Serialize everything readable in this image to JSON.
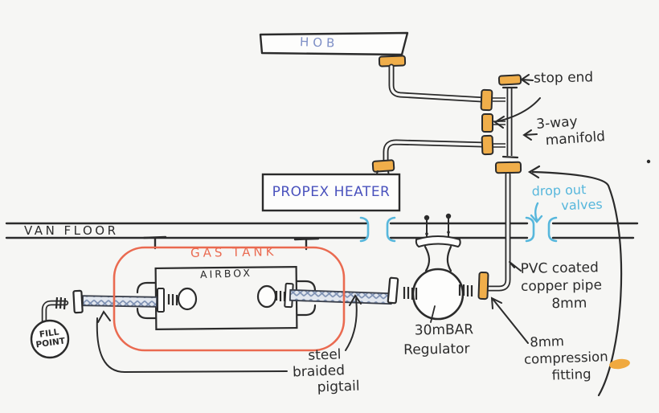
{
  "colors": {
    "background": "#f6f6f4",
    "ink": "#2b2b2b",
    "heater_blue": "#4a52bd",
    "hob_blue": "#7e8fc6",
    "fitting_orange": "#f0ae4a",
    "tank_red": "#ea6a50",
    "valve_cyan": "#57b7dc",
    "braid_blue": "#7d90b2"
  },
  "hob": {
    "label": "HOB"
  },
  "manifold": {
    "stop_end": "stop end",
    "line1": "3-way",
    "line2": "manifold"
  },
  "heater": {
    "label": "PROPEX HEATER"
  },
  "floor": {
    "label": "VAN FLOOR"
  },
  "drop_out": {
    "line1": "drop out",
    "line2": "valves"
  },
  "tank": {
    "label": "GAS TANK",
    "airbox": "AIRBOX"
  },
  "fill_point": {
    "line1": "FILL",
    "line2": "POINT"
  },
  "pigtail": {
    "line1": "steel",
    "line2": "braided",
    "line3": "pigtail"
  },
  "regulator": {
    "line1": "30mBAR",
    "line2": "Regulator"
  },
  "pvc_pipe": {
    "line1": "PVC coated",
    "line2": "copper pipe",
    "line3": "8mm"
  },
  "compression": {
    "line1": "8mm",
    "line2": "compression",
    "line3": "fitting"
  }
}
